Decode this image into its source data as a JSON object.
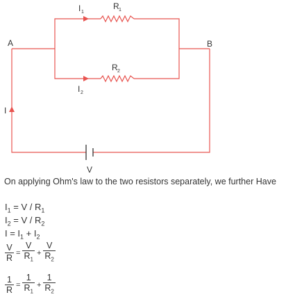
{
  "diagram": {
    "node_a": "A",
    "node_b": "B",
    "current_total": "I",
    "current_1": "I",
    "current_1_sub": "1",
    "current_2": "I",
    "current_2_sub": "2",
    "resistor_1": "R",
    "resistor_1_sub": "1",
    "resistor_2": "R",
    "resistor_2_sub": "2",
    "source": "V",
    "colors": {
      "wire": "#e8534f",
      "text": "#333333"
    }
  },
  "text": {
    "paragraph": "On applying Ohm's law to the two resistors separately, we further Have",
    "eq1": {
      "lhs": "I",
      "sub": "1",
      "rhs": " = V / R",
      "rsub": "1"
    },
    "eq2": {
      "lhs": "I",
      "sub": "2",
      "rhs": " = V / R",
      "rsub": "2"
    },
    "eq3": {
      "lhs": "I = I",
      "sub": "1",
      "mid": " + I",
      "sub2": "2"
    },
    "frac_eq1": {
      "n1": "V",
      "d1": "R",
      "n2": "V",
      "d2": "R",
      "d2sub": "1",
      "n3": "V",
      "d3": "R",
      "d3sub": "2",
      "eq": "=",
      "plus": "+"
    },
    "frac_eq2": {
      "n1": "1",
      "d1": "R",
      "n2": "1",
      "d2": "R",
      "d2sub": "1",
      "n3": "1",
      "d3": "R",
      "d3sub": "2",
      "eq": "=",
      "plus": "+"
    }
  }
}
